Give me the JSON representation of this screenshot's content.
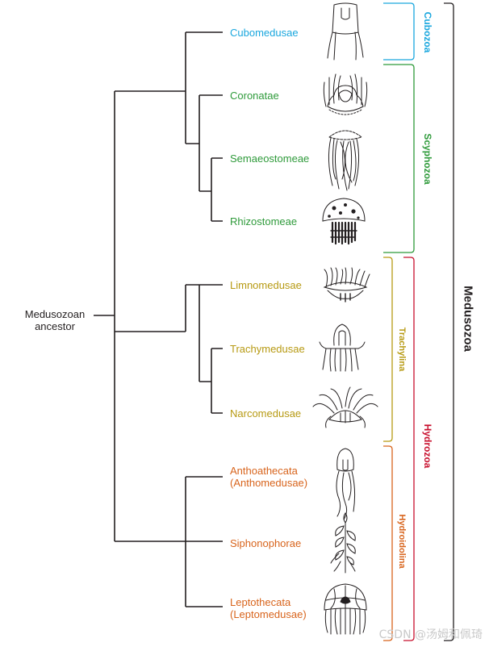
{
  "colors": {
    "tree": "#231f20",
    "cubozoa": "#1aa7de",
    "scyphozoa": "#2e9a3a",
    "trachylina": "#b79a13",
    "hydroidolina": "#d8641c",
    "hydrozoa": "#c8102e",
    "medusozoa": "#231f20"
  },
  "root": {
    "line1": "Medusozoan",
    "line2": "ancestor"
  },
  "taxa": [
    {
      "name": "Cubomedusae",
      "group": "cubozoa",
      "icon": "box-jellyfish-icon"
    },
    {
      "name": "Coronatae",
      "group": "scyphozoa",
      "icon": "crown-jellyfish-icon"
    },
    {
      "name": "Semaeostomeae",
      "group": "scyphozoa",
      "icon": "moon-jellyfish-icon"
    },
    {
      "name": "Rhizostomeae",
      "group": "scyphozoa",
      "icon": "root-mouth-jellyfish-icon"
    },
    {
      "name": "Limnomedusae",
      "group": "trachylina",
      "icon": "limnomedusa-icon"
    },
    {
      "name": "Trachymedusae",
      "group": "trachylina",
      "icon": "trachymedusa-icon"
    },
    {
      "name": "Narcomedusae",
      "group": "trachylina",
      "icon": "narcomedusa-icon"
    },
    {
      "name": "Anthoathecata",
      "name2": "(Anthomedusae)",
      "group": "hydroidolina",
      "icon": "anthomedusa-icon"
    },
    {
      "name": "Siphonophorae",
      "group": "hydroidolina",
      "icon": "siphonophore-icon"
    },
    {
      "name": "Leptothecata",
      "name2": "(Leptomedusae)",
      "group": "hydroidolina",
      "icon": "leptomedusa-icon"
    }
  ],
  "groups": {
    "cubozoa": "Cubozoa",
    "scyphozoa": "Scyphozoa",
    "trachylina": "Trachylina",
    "hydroidolina": "Hydroidolina",
    "hydrozoa": "Hydrozoa",
    "medusozoa": "Medusozoa"
  },
  "watermark": "CSDN @汤姆和佩琦"
}
